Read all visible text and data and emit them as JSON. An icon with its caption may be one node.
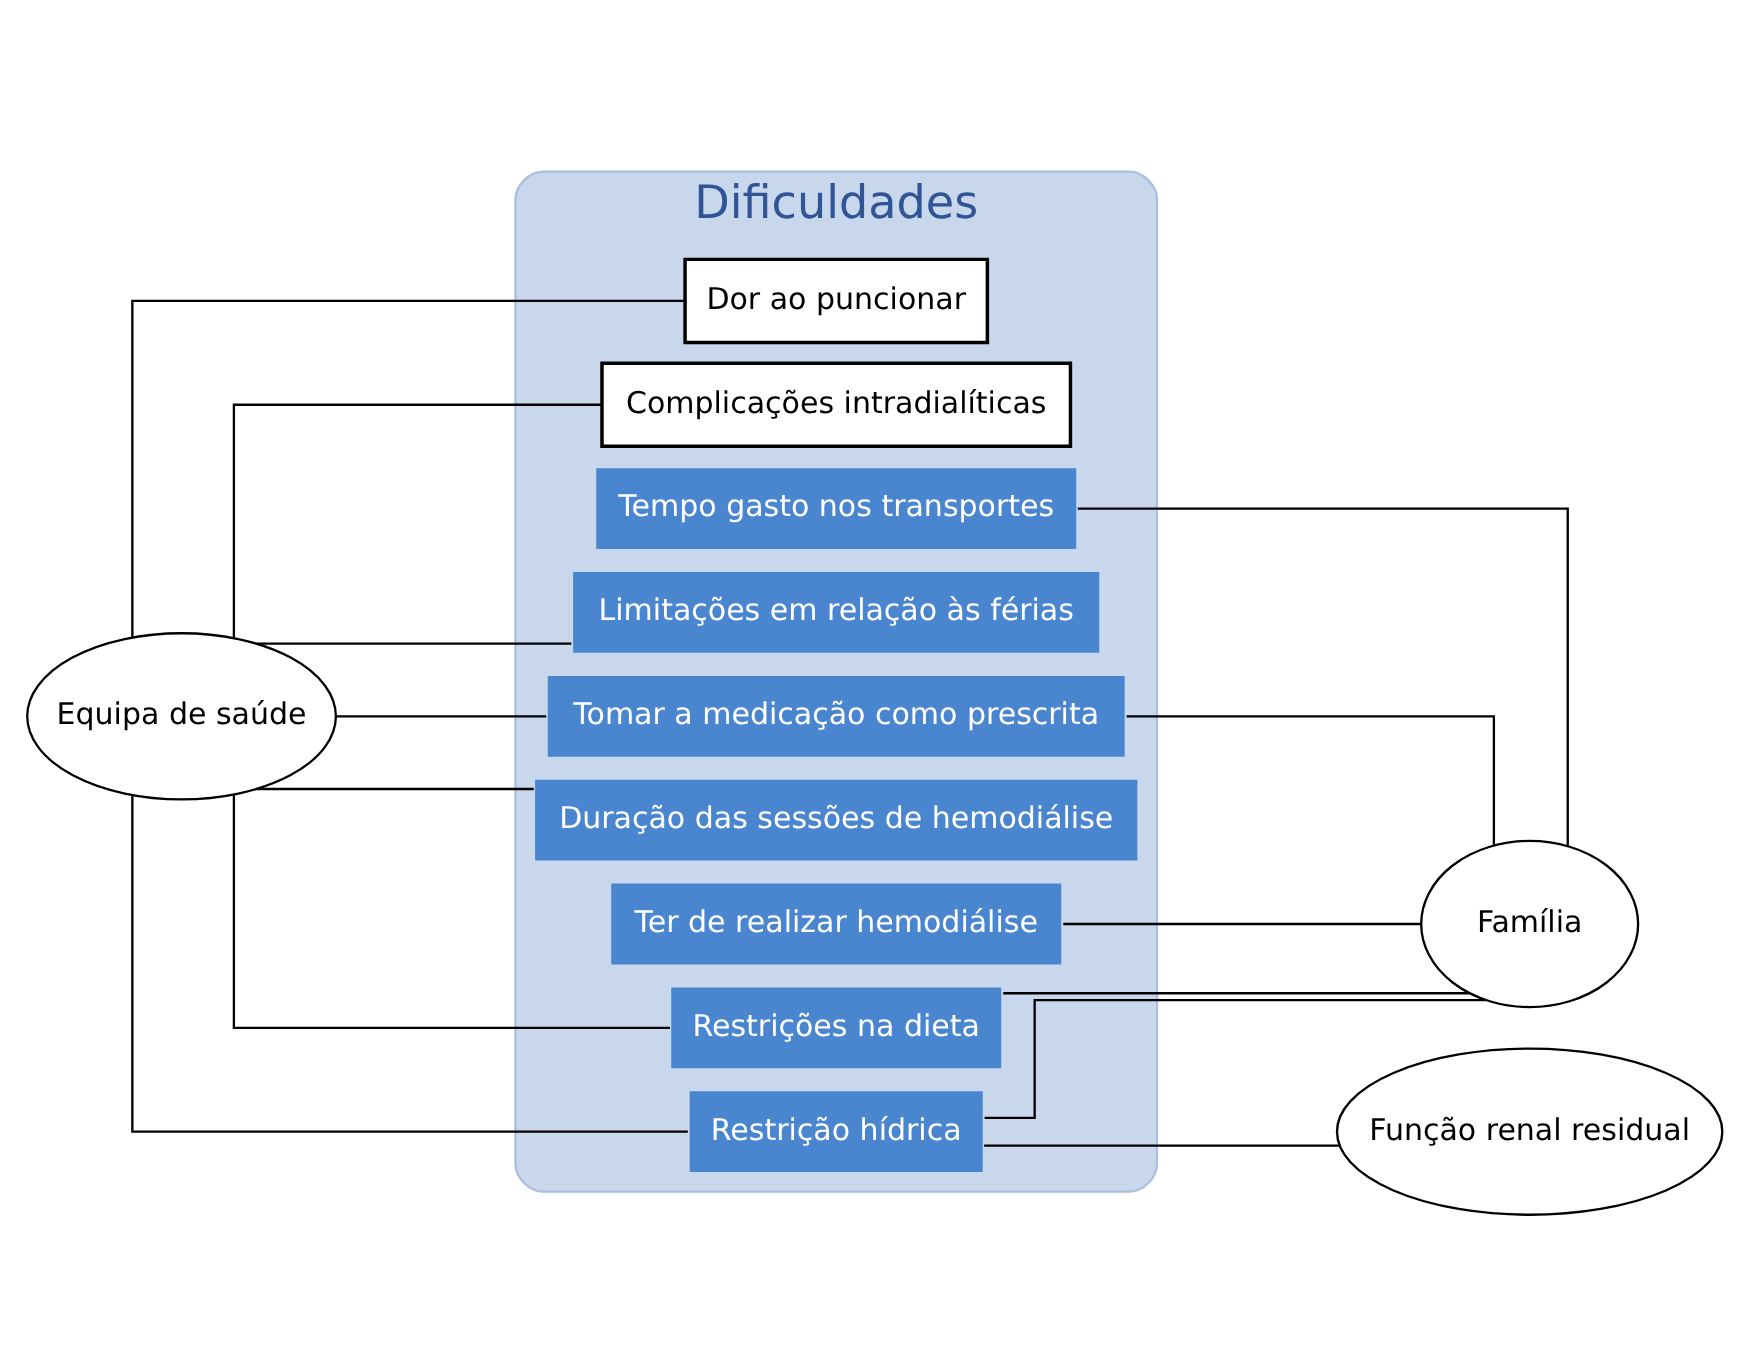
{
  "diagram": {
    "nodes": [
      {
        "text": [
          "Dificuldades"
        ]
      },
      {
        "text": [
          "Equipa de saúde"
        ]
      },
      {
        "text": [
          "Família"
        ]
      },
      {
        "text": [
          "Dor ao puncionar"
        ],
        "in": 0
      },
      {
        "text": [
          "Complicações intradialíticas"
        ],
        "in": 0
      },
      {
        "text": [
          "Tempo gasto nos transportes"
        ],
        "in": 0
      },
      {
        "text": [
          "Limitações em relação às férias"
        ],
        "in": 0
      },
      {
        "text": [
          "Tomar a medicação como prescrita"
        ],
        "in": 0
      },
      {
        "text": [
          "Duração das sessões de hemodiálise"
        ],
        "in": 0
      },
      {
        "text": [
          "Ter de realizar hemodiálise"
        ],
        "in": 0
      },
      {
        "text": [
          "Restrições na dieta"
        ],
        "in": 0
      },
      {
        "text": [
          "Restrição hídrica"
        ],
        "in": 0
      },
      {
        "text": [
          "Função renal residual"
        ]
      }
    ],
    "edges": [
      {
        "from": 1,
        "to": 3,
        "arrow": "none"
      },
      {
        "from": 1,
        "to": 4,
        "arrow": "none"
      },
      {
        "from": 1,
        "to": 6,
        "arrow": "none"
      },
      {
        "from": 1,
        "to": 7,
        "arrow": "none"
      },
      {
        "from": 1,
        "to": 8,
        "arrow": "none"
      },
      {
        "from": 1,
        "to": 10,
        "arrow": "none"
      },
      {
        "from": 1,
        "to": 11,
        "arrow": "none"
      },
      {
        "from": 2,
        "to": 5,
        "arrow": "none"
      },
      {
        "from": 2,
        "to": 7,
        "arrow": "none"
      },
      {
        "from": 2,
        "to": 9,
        "arrow": "none"
      },
      {
        "from": 2,
        "to": 10,
        "arrow": "none"
      },
      {
        "from": 2,
        "to": 11,
        "arrow": "none"
      },
      {
        "from": 12,
        "to": 11,
        "arrow": "none"
      }
    ]
  }
}
